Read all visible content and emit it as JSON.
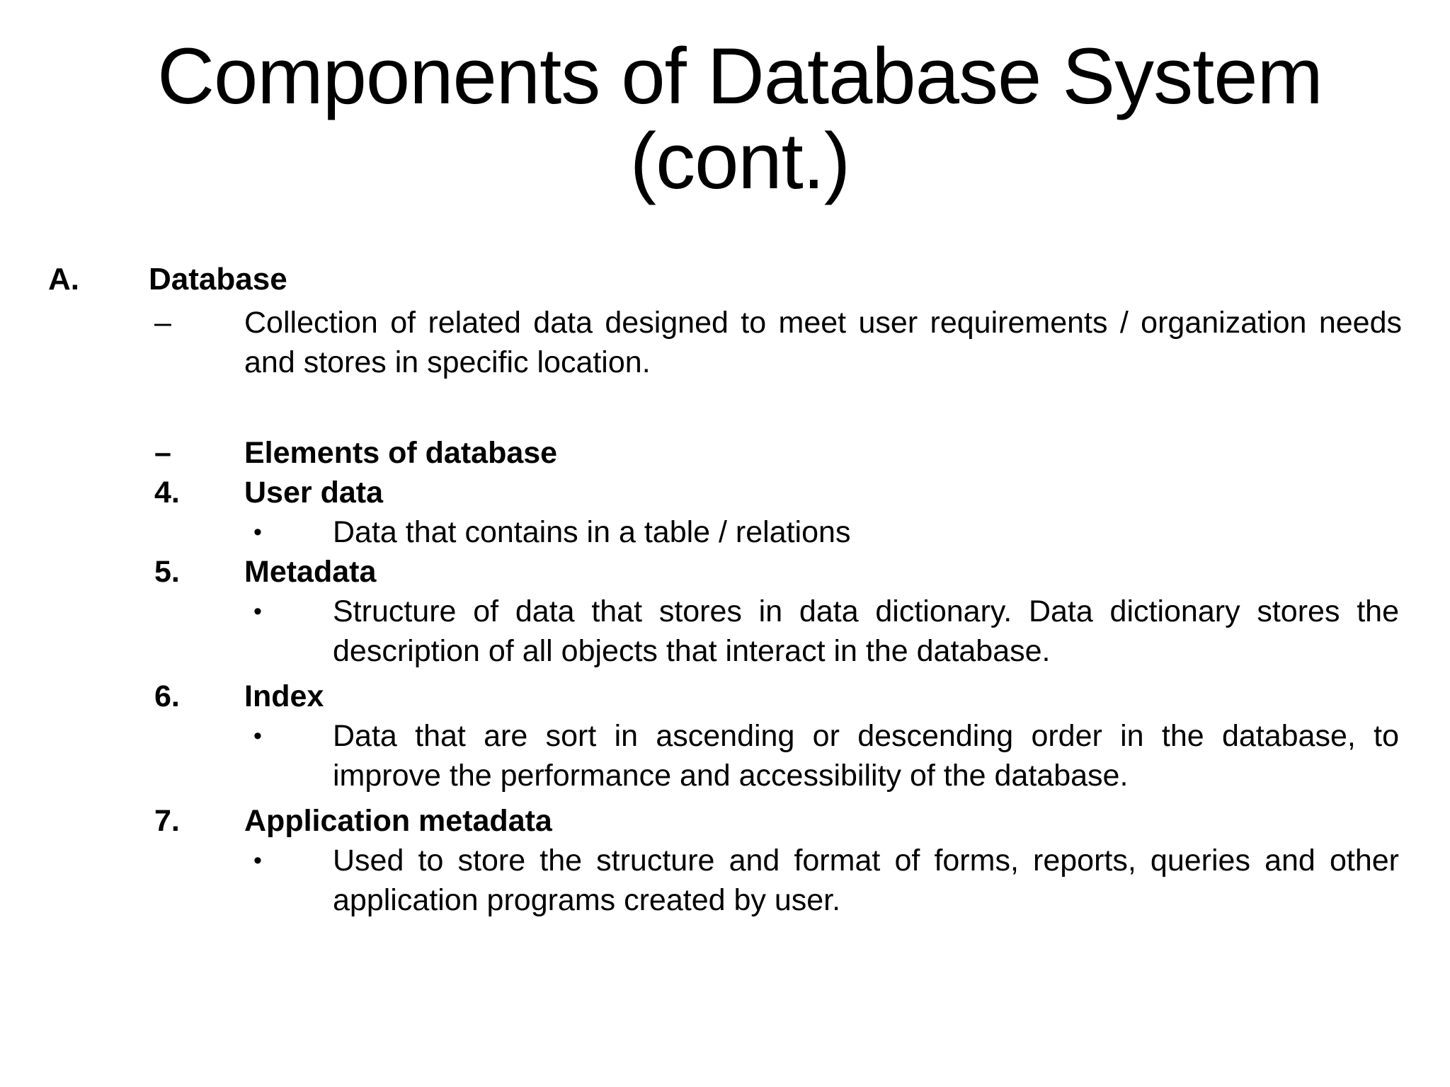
{
  "slide": {
    "background_color": "#FFFFFF",
    "text_color": "#000000",
    "title": {
      "line1": "Components of Database System",
      "line2": "(cont.)"
    },
    "section_a": {
      "marker": "A.",
      "label": "Database"
    },
    "items": {
      "definition": {
        "marker": "–",
        "text": "Collection of related data designed to meet user requirements / organization needs and stores in specific location."
      },
      "elements_heading": {
        "marker": "–",
        "text": "Elements of database"
      },
      "user_data": {
        "marker": "4.",
        "label": "User data",
        "bullet": "•",
        "detail": "Data that contains in a table / relations"
      },
      "metadata": {
        "marker": "5.",
        "label": "Metadata",
        "bullet": "•",
        "detail": "Structure of data that stores in data dictionary. Data dictionary stores the description of all objects that interact in the database."
      },
      "index": {
        "marker": "6.",
        "label": "Index",
        "bullet": "•",
        "detail": "Data that are sort in ascending or descending order in the database, to improve the performance and accessibility of the database."
      },
      "application_metadata": {
        "marker": "7.",
        "label": "Application metadata",
        "bullet": "•",
        "detail": "Used to store the structure and format of forms, reports, queries and other application programs created by user."
      }
    }
  }
}
